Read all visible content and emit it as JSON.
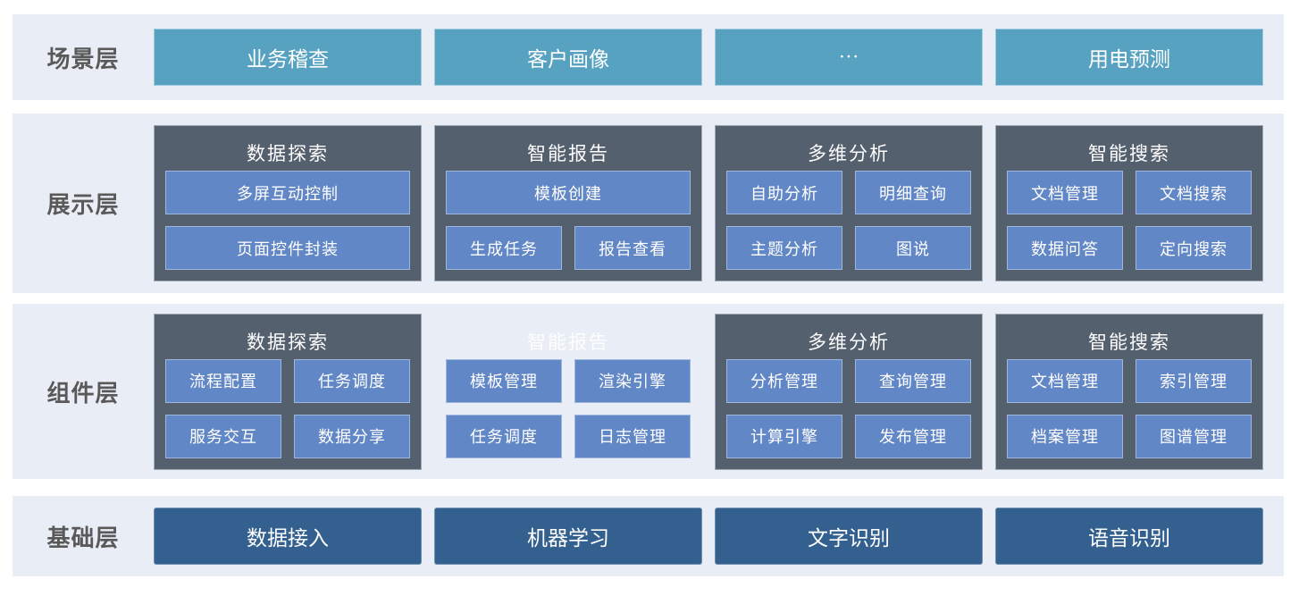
{
  "colors": {
    "page_bg": "#ffffff",
    "band_bg": "#e9eef6",
    "label_text": "#595959",
    "scenario_button": "#57a1c1",
    "card_bg": "#55606e",
    "card_button": "#6287c6",
    "foundation_button": "#34608f",
    "button_text": "#ffffff"
  },
  "layers": {
    "scenario": {
      "label": "场景层",
      "items": [
        "业务稽查",
        "客户画像",
        "···",
        "用电预测"
      ]
    },
    "presentation": {
      "label": "展示层",
      "cards": [
        {
          "title": "数据探索",
          "buttons": [
            {
              "label": "多屏互动控制",
              "span": 2
            },
            {
              "label": "页面控件封装",
              "span": 2
            }
          ]
        },
        {
          "title": "智能报告",
          "buttons": [
            {
              "label": "模板创建",
              "span": 2
            },
            {
              "label": "生成任务",
              "span": 1
            },
            {
              "label": "报告查看",
              "span": 1
            }
          ]
        },
        {
          "title": "多维分析",
          "buttons": [
            {
              "label": "自助分析",
              "span": 1
            },
            {
              "label": "明细查询",
              "span": 1
            },
            {
              "label": "主题分析",
              "span": 1
            },
            {
              "label": "图说",
              "span": 1
            }
          ]
        },
        {
          "title": "智能搜索",
          "buttons": [
            {
              "label": "文档管理",
              "span": 1
            },
            {
              "label": "文档搜索",
              "span": 1
            },
            {
              "label": "数据问答",
              "span": 1
            },
            {
              "label": "定向搜索",
              "span": 1
            }
          ]
        }
      ]
    },
    "component": {
      "label": "组件层",
      "cards": [
        {
          "title": "数据探索",
          "buttons": [
            {
              "label": "流程配置",
              "span": 1
            },
            {
              "label": "任务调度",
              "span": 1
            },
            {
              "label": "服务交互",
              "span": 1
            },
            {
              "label": "数据分享",
              "span": 1
            }
          ]
        },
        {
          "title": "智能报告",
          "transparent": true,
          "buttons": [
            {
              "label": "模板管理",
              "span": 1
            },
            {
              "label": "渲染引擎",
              "span": 1
            },
            {
              "label": "任务调度",
              "span": 1
            },
            {
              "label": "日志管理",
              "span": 1
            }
          ]
        },
        {
          "title": "多维分析",
          "buttons": [
            {
              "label": "分析管理",
              "span": 1
            },
            {
              "label": "查询管理",
              "span": 1
            },
            {
              "label": "计算引擎",
              "span": 1
            },
            {
              "label": "发布管理",
              "span": 1
            }
          ]
        },
        {
          "title": "智能搜索",
          "buttons": [
            {
              "label": "文档管理",
              "span": 1
            },
            {
              "label": "索引管理",
              "span": 1
            },
            {
              "label": "档案管理",
              "span": 1
            },
            {
              "label": "图谱管理",
              "span": 1
            }
          ]
        }
      ]
    },
    "foundation": {
      "label": "基础层",
      "items": [
        "数据接入",
        "机器学习",
        "文字识别",
        "语音识别"
      ]
    }
  }
}
